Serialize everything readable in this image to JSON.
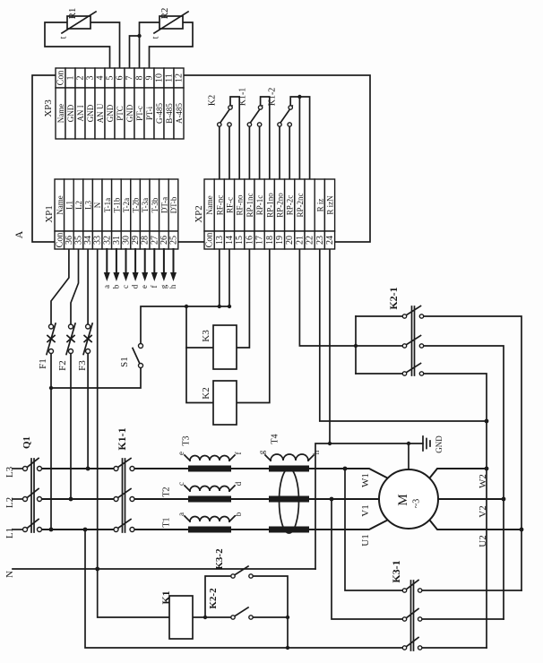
{
  "device": {
    "label": "A"
  },
  "thermistors": {
    "r1": "R1",
    "r2": "R2",
    "t1": "t",
    "t2": "t"
  },
  "strips": {
    "xp3": {
      "label": "XP3",
      "con_header": "Con",
      "name_header": "Name",
      "pins": [
        {
          "con": "1",
          "name": "GND"
        },
        {
          "con": "2",
          "name": "AN I"
        },
        {
          "con": "3",
          "name": "GND"
        },
        {
          "con": "4",
          "name": "AN U"
        },
        {
          "con": "5",
          "name": "GND"
        },
        {
          "con": "6",
          "name": "PTC"
        },
        {
          "con": "7",
          "name": "GND"
        },
        {
          "con": "8",
          "name": "PT-c"
        },
        {
          "con": "9",
          "name": "PT-i"
        },
        {
          "con": "10",
          "name": "G-485"
        },
        {
          "con": "11",
          "name": "B-485"
        },
        {
          "con": "12",
          "name": "A-485"
        }
      ]
    },
    "xp1": {
      "label": "XP1",
      "con_header": "Con",
      "name_header": "Name",
      "pins": [
        {
          "con": "36",
          "name": "L1"
        },
        {
          "con": "35",
          "name": "L2"
        },
        {
          "con": "34",
          "name": "L3"
        },
        {
          "con": "33",
          "name": "N"
        },
        {
          "con": "32",
          "name": "T-1a"
        },
        {
          "con": "31",
          "name": "T-1b"
        },
        {
          "con": "30",
          "name": "T-2a"
        },
        {
          "con": "29",
          "name": "T-2b"
        },
        {
          "con": "28",
          "name": "T-3a"
        },
        {
          "con": "27",
          "name": "T-3b"
        },
        {
          "con": "26",
          "name": "DT-a"
        },
        {
          "con": "25",
          "name": "DT-b"
        }
      ]
    },
    "xp2": {
      "label": "XP2",
      "con_header": "Con",
      "name_header": "Name",
      "pins": [
        {
          "con": "13",
          "name": "RF-nc"
        },
        {
          "con": "14",
          "name": "RF-c"
        },
        {
          "con": "15",
          "name": "RF-no"
        },
        {
          "con": "16",
          "name": "RP-1nc"
        },
        {
          "con": "17",
          "name": "RP-1c"
        },
        {
          "con": "18",
          "name": "RP-1no"
        },
        {
          "con": "19",
          "name": "RP-2no"
        },
        {
          "con": "20",
          "name": "RP-2c"
        },
        {
          "con": "21",
          "name": "RP-2nc"
        },
        {
          "con": "22",
          "name": ""
        },
        {
          "con": "23",
          "name": "R iz"
        },
        {
          "con": "24",
          "name": "R izN"
        }
      ]
    }
  },
  "internal_contacts": {
    "k2": "K2",
    "k1_1": "K1-1",
    "k1_2": "K1-2"
  },
  "arrow_letters": [
    "a",
    "b",
    "c",
    "d",
    "e",
    "f",
    "g",
    "h"
  ],
  "fuses": {
    "f1": "F1",
    "f2": "F2",
    "f3": "F3"
  },
  "switch": {
    "s1": "S1"
  },
  "coils": {
    "k3": "K3",
    "k2": "K2",
    "k1": "K1"
  },
  "contacts": {
    "k2_1": "K2-1",
    "k1_1": "K1-1",
    "k3_1": "K3-1",
    "k2_2": "K2-2",
    "k3_2": "K3-2"
  },
  "breaker": {
    "label": "Q1",
    "phases": [
      "L3",
      "L2",
      "L1"
    ],
    "neutral": "N"
  },
  "transformers": [
    {
      "label": "T1",
      "terms": [
        "a",
        "b"
      ]
    },
    {
      "label": "T2",
      "terms": [
        "c",
        "d"
      ]
    },
    {
      "label": "T3",
      "terms": [
        "e",
        "f"
      ]
    },
    {
      "label": "T4",
      "terms": [
        "g",
        "h"
      ]
    }
  ],
  "motor": {
    "m": "M",
    "phase": "~3",
    "left": [
      "W1",
      "V1",
      "U1"
    ],
    "right": [
      "W2",
      "V2",
      "U2"
    ]
  },
  "ground": {
    "label": "GND"
  }
}
